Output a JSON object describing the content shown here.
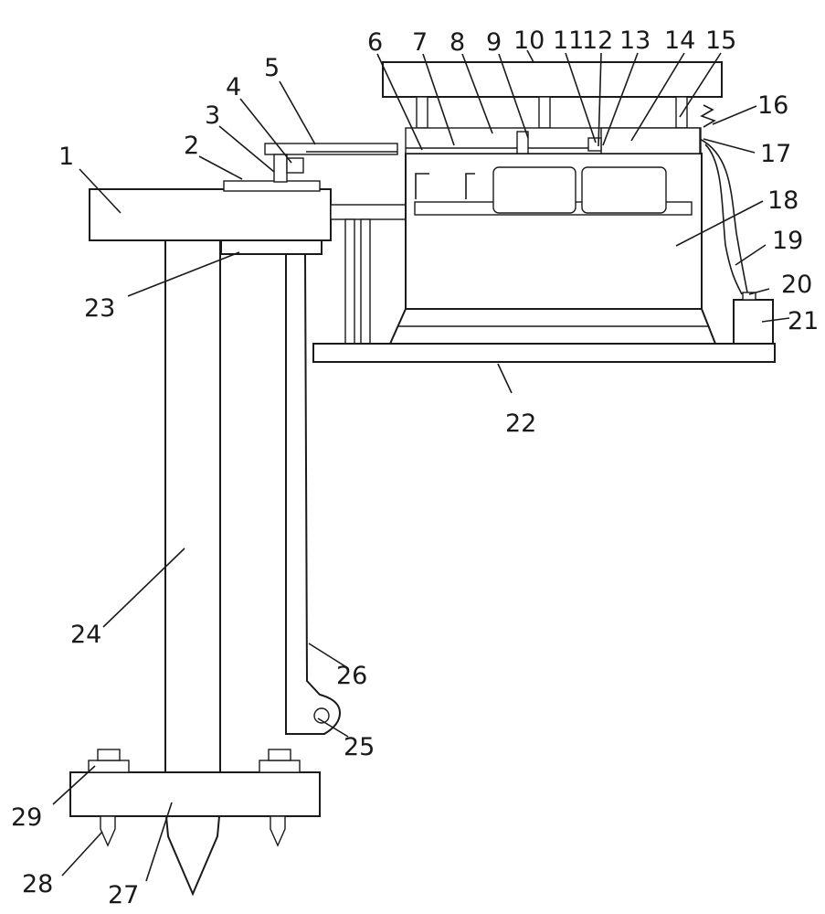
{
  "diagram": {
    "labels": {
      "l1": "1",
      "l2": "2",
      "l3": "3",
      "l4": "4",
      "l5": "5",
      "l6": "6",
      "l7": "7",
      "l8": "8",
      "l9": "9",
      "l10": "10",
      "l11": "11",
      "l12": "12",
      "l13": "13",
      "l14": "14",
      "l15": "15",
      "l16": "16",
      "l17": "17",
      "l18": "18",
      "l19": "19",
      "l20": "20",
      "l21": "21",
      "l22": "22",
      "l23": "23",
      "l24": "24",
      "l25": "25",
      "l26": "26",
      "l27": "27",
      "l28": "28",
      "l29": "29"
    }
  }
}
